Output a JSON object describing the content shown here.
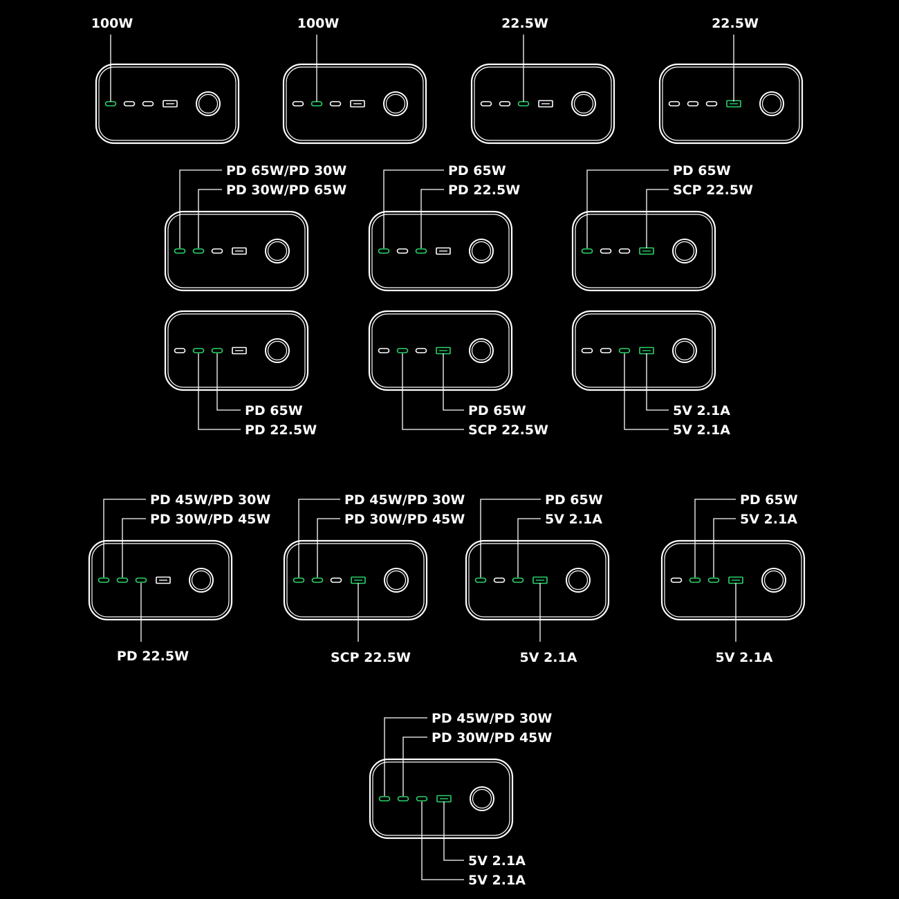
{
  "colors": {
    "background": "#000000",
    "outline": "#ffffff",
    "active": "#2bd36b"
  },
  "icons": {
    "bank_body": "power-bank-body",
    "usb_c": "usb-c-port-icon",
    "usb_a": "usb-a-port-icon",
    "power_button": "power-button-icon"
  },
  "configurations": [
    {
      "id": "c1",
      "active": [
        0
      ],
      "labels": [
        {
          "text": "100W",
          "port": 0
        }
      ]
    },
    {
      "id": "c2",
      "active": [
        1
      ],
      "labels": [
        {
          "text": "100W",
          "port": 1
        }
      ]
    },
    {
      "id": "c3",
      "active": [
        2
      ],
      "labels": [
        {
          "text": "22.5W",
          "port": 2
        }
      ]
    },
    {
      "id": "c4",
      "active": [
        3
      ],
      "labels": [
        {
          "text": "22.5W",
          "port": 3
        }
      ]
    },
    {
      "id": "c5",
      "active": [
        0,
        1
      ],
      "labels": [
        {
          "text": "PD 65W/PD 30W",
          "port": 0
        },
        {
          "text": "PD 30W/PD 65W",
          "port": 1
        }
      ]
    },
    {
      "id": "c6",
      "active": [
        0,
        2
      ],
      "labels": [
        {
          "text": "PD 65W",
          "port": 0
        },
        {
          "text": "PD 22.5W",
          "port": 2
        }
      ]
    },
    {
      "id": "c7",
      "active": [
        0,
        3
      ],
      "labels": [
        {
          "text": "PD 65W",
          "port": 0
        },
        {
          "text": "SCP 22.5W",
          "port": 3
        }
      ]
    },
    {
      "id": "c8",
      "active": [
        1,
        2
      ],
      "labels": [
        {
          "text": "PD 65W",
          "port": 2
        },
        {
          "text": "PD 22.5W",
          "port": 1
        }
      ]
    },
    {
      "id": "c9",
      "active": [
        1,
        3
      ],
      "labels": [
        {
          "text": "PD 65W",
          "port": 3
        },
        {
          "text": "SCP 22.5W",
          "port": 1
        }
      ]
    },
    {
      "id": "c10",
      "active": [
        2,
        3
      ],
      "labels": [
        {
          "text": "5V 2.1A",
          "port": 3
        },
        {
          "text": "5V 2.1A",
          "port": 2
        }
      ]
    },
    {
      "id": "c11",
      "active": [
        0,
        1,
        2
      ],
      "labels": [
        {
          "text": "PD 45W/PD 30W",
          "port": 0
        },
        {
          "text": "PD 30W/PD 45W",
          "port": 1
        },
        {
          "text": "PD 22.5W",
          "port": 2
        }
      ]
    },
    {
      "id": "c12",
      "active": [
        0,
        1,
        3
      ],
      "labels": [
        {
          "text": "PD 45W/PD 30W",
          "port": 0
        },
        {
          "text": "PD 30W/PD 45W",
          "port": 1
        },
        {
          "text": "SCP 22.5W",
          "port": 3
        }
      ]
    },
    {
      "id": "c13",
      "active": [
        0,
        2,
        3
      ],
      "labels": [
        {
          "text": "PD 65W",
          "port": 0
        },
        {
          "text": "5V 2.1A",
          "port": 2
        },
        {
          "text": "5V 2.1A",
          "port": 3
        }
      ]
    },
    {
      "id": "c14",
      "active": [
        1,
        2,
        3
      ],
      "labels": [
        {
          "text": "PD 65W",
          "port": 1
        },
        {
          "text": "5V 2.1A",
          "port": 2
        },
        {
          "text": "5V 2.1A",
          "port": 3
        }
      ]
    },
    {
      "id": "c15",
      "active": [
        0,
        1,
        2,
        3
      ],
      "labels": [
        {
          "text": "PD 45W/PD 30W",
          "port": 0
        },
        {
          "text": "PD 30W/PD 45W",
          "port": 1
        },
        {
          "text": "5V 2.1A",
          "port": 3
        },
        {
          "text": "5V 2.1A",
          "port": 2
        }
      ]
    }
  ]
}
